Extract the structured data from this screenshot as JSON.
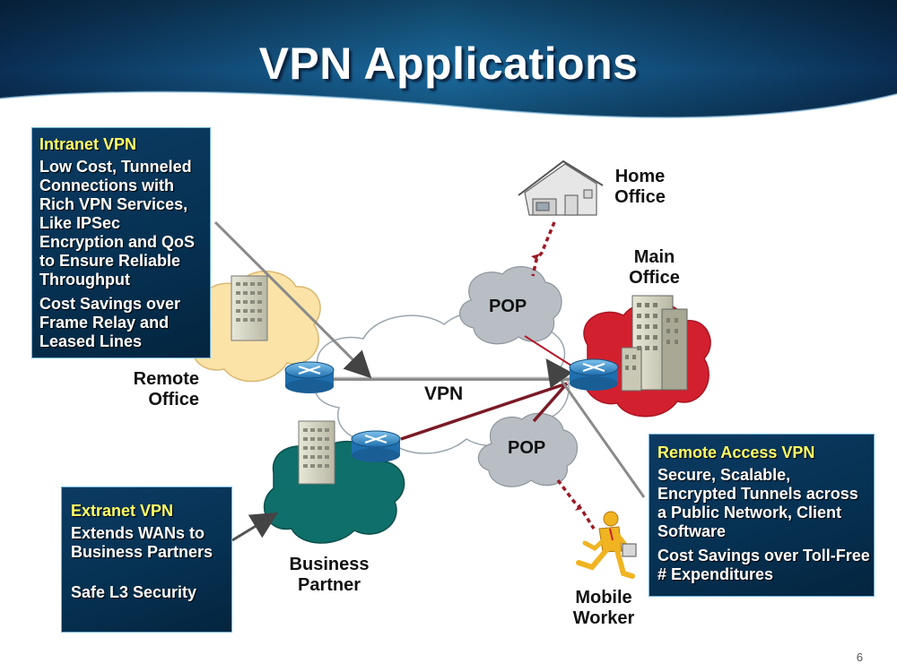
{
  "title": "VPN Applications",
  "labels": {
    "home_office": "Home Office",
    "main_office": "Main Office",
    "remote_office": "Remote Office",
    "business_partner": "Business Partner",
    "mobile_worker": "Mobile Worker",
    "vpn": "VPN",
    "pop_top": "POP",
    "pop_bottom": "POP"
  },
  "boxes": {
    "intranet": {
      "heading": "Intranet VPN",
      "lines": [
        "Low Cost, Tunneled Connections with Rich VPN Services, Like IPSec Encryption and QoS to Ensure Reliable Throughput",
        "Cost Savings over Frame Relay and Leased Lines"
      ]
    },
    "extranet": {
      "heading": "Extranet VPN",
      "lines": [
        "Extends WANs to Business Partners",
        "Safe L3 Security"
      ]
    },
    "remote_access": {
      "heading": "Remote Access VPN",
      "lines": [
        "Secure, Scalable, Encrypted Tunnels across a Public Network, Client Software",
        "Cost Savings over Toll-Free # Expenditures"
      ]
    }
  },
  "page_number": "6",
  "colors": {
    "banner": "#0f4a78",
    "box_bg": "#063152",
    "heading": "#ffff66",
    "tunnel": "#7a1a26",
    "remote_cloud": "#fbe3a8",
    "main_cloud": "#d3202e",
    "partner_cloud": "#0f6f6a",
    "pop_cloud": "#b9bec4",
    "router": "#2f8fcf"
  },
  "icons": [
    "router-icon",
    "building-icon",
    "house-icon",
    "walking-person-icon",
    "lightning-link-icon"
  ]
}
